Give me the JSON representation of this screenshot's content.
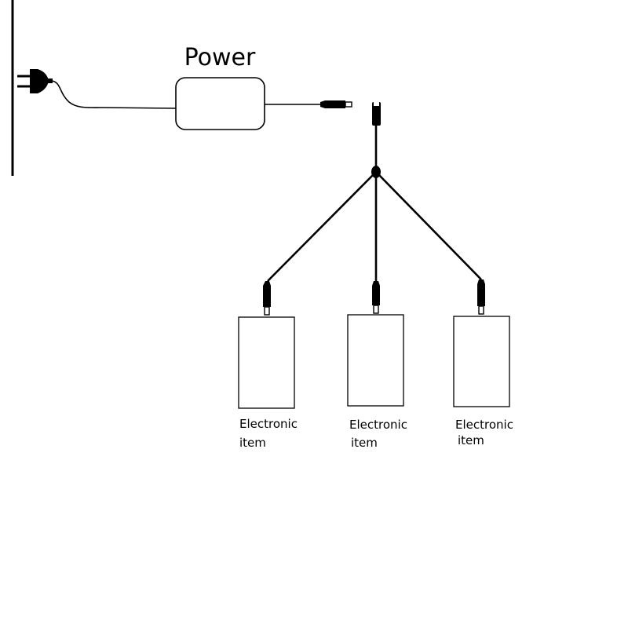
{
  "diagram": {
    "power_label": "Power",
    "items": [
      {
        "line1": "Electronic",
        "line2": "item"
      },
      {
        "line1": "Electronic",
        "line2": "item"
      },
      {
        "line1": "Electronic",
        "line2": "item"
      }
    ],
    "colors": {
      "stroke": "#000000",
      "background": "#ffffff"
    }
  }
}
